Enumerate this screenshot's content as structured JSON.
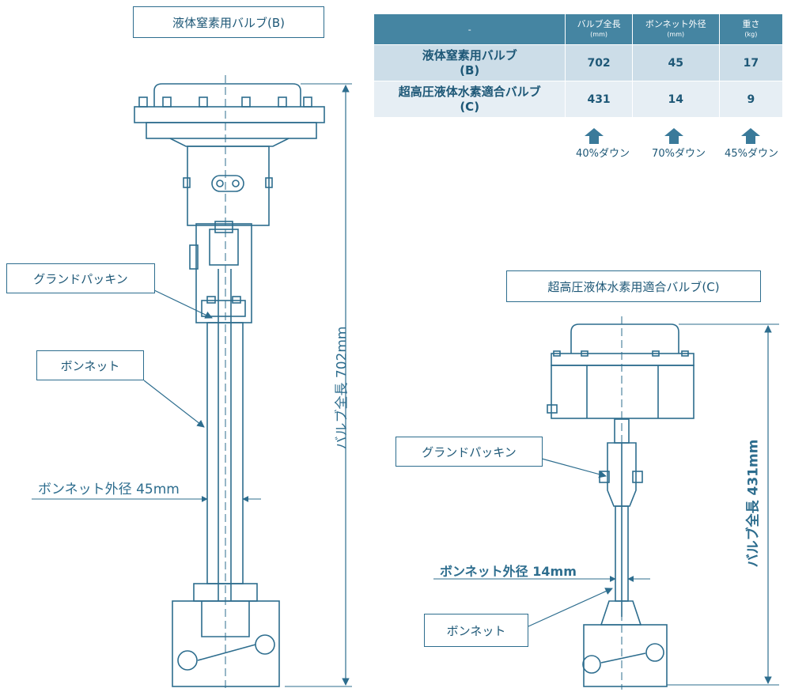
{
  "title_b": "液体窒素用バルブ(B)",
  "title_c": "超高圧液体水素用適合バルブ(C)",
  "table": {
    "header": {
      "col0": "-",
      "col1": "バルブ全長",
      "col1_unit": "(mm)",
      "col2": "ボンネット外径",
      "col2_unit": "(mm)",
      "col3": "重さ",
      "col3_unit": "(kg)"
    },
    "rows": [
      {
        "name_line1": "液体窒素用バルブ",
        "name_line2": "(B)",
        "length": "702",
        "diameter": "45",
        "weight": "17"
      },
      {
        "name_line1": "超高圧液体水素適合バルブ",
        "name_line2": "(C)",
        "length": "431",
        "diameter": "14",
        "weight": "9"
      }
    ],
    "reductions": [
      "40%ダウン",
      "70%ダウン",
      "45%ダウン"
    ]
  },
  "valve_b": {
    "gland_label": "グランドパッキン",
    "bonnet_label": "ボンネット",
    "bonnet_od_label": "ボンネット外径 45mm",
    "length_label": "バルブ全長 702mm"
  },
  "valve_c": {
    "gland_label": "グランドパッキン",
    "bonnet_label": "ボンネット",
    "bonnet_od_label": "ボンネット外径 14mm",
    "length_label": "バルブ全長 431mm"
  },
  "colors": {
    "line": "#2d6d8e",
    "table_header": "#4585a2",
    "row1": "#ccdde8",
    "row2": "#e6eef4"
  }
}
